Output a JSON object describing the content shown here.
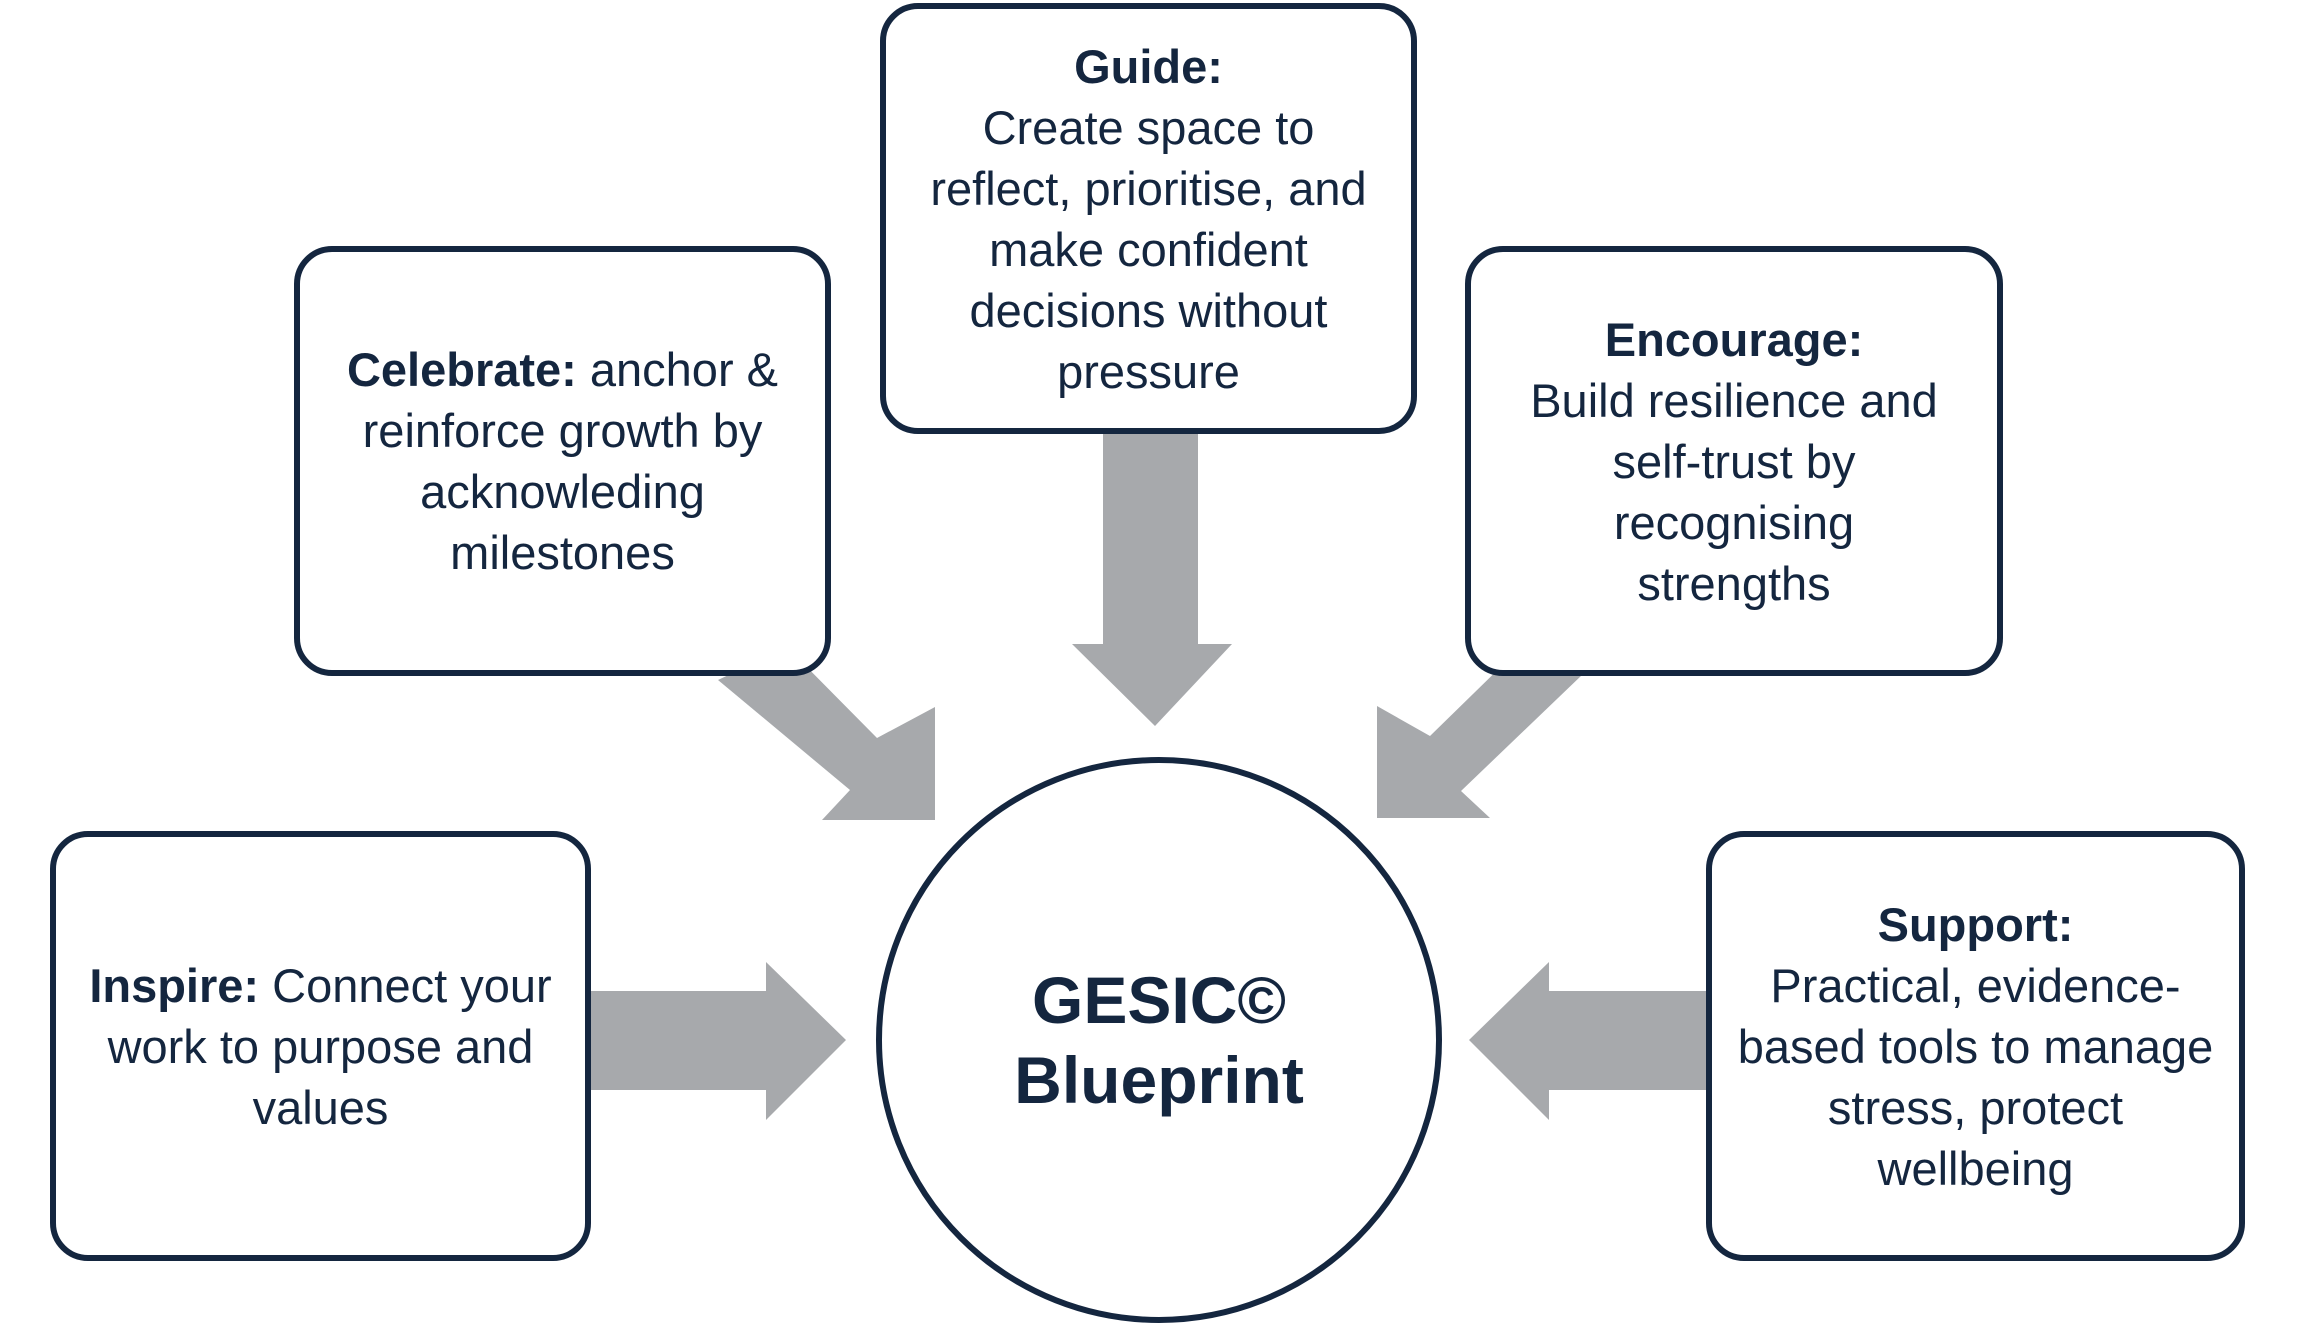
{
  "diagram": {
    "center": {
      "line1": "GESIC©",
      "line2": "Blueprint"
    },
    "nodes": {
      "guide": {
        "label": "Guide:",
        "text": "Create space to reflect, prioritise, and make confident decisions without pressure"
      },
      "celebrate": {
        "label": "Celebrate:",
        "text": "anchor & reinforce growth by acknowleding milestones"
      },
      "encourage": {
        "label": "Encourage:",
        "text": "Build resilience and self-trust by recognising strengths"
      },
      "inspire": {
        "label": "Inspire:",
        "text": "Connect your work to purpose and values"
      },
      "support": {
        "label": "Support:",
        "text": "Practical, evidence-based tools to manage stress, protect wellbeing"
      }
    },
    "colors": {
      "ink": "#14263f",
      "arrow": "#a7a9ac",
      "background": "#ffffff"
    }
  }
}
